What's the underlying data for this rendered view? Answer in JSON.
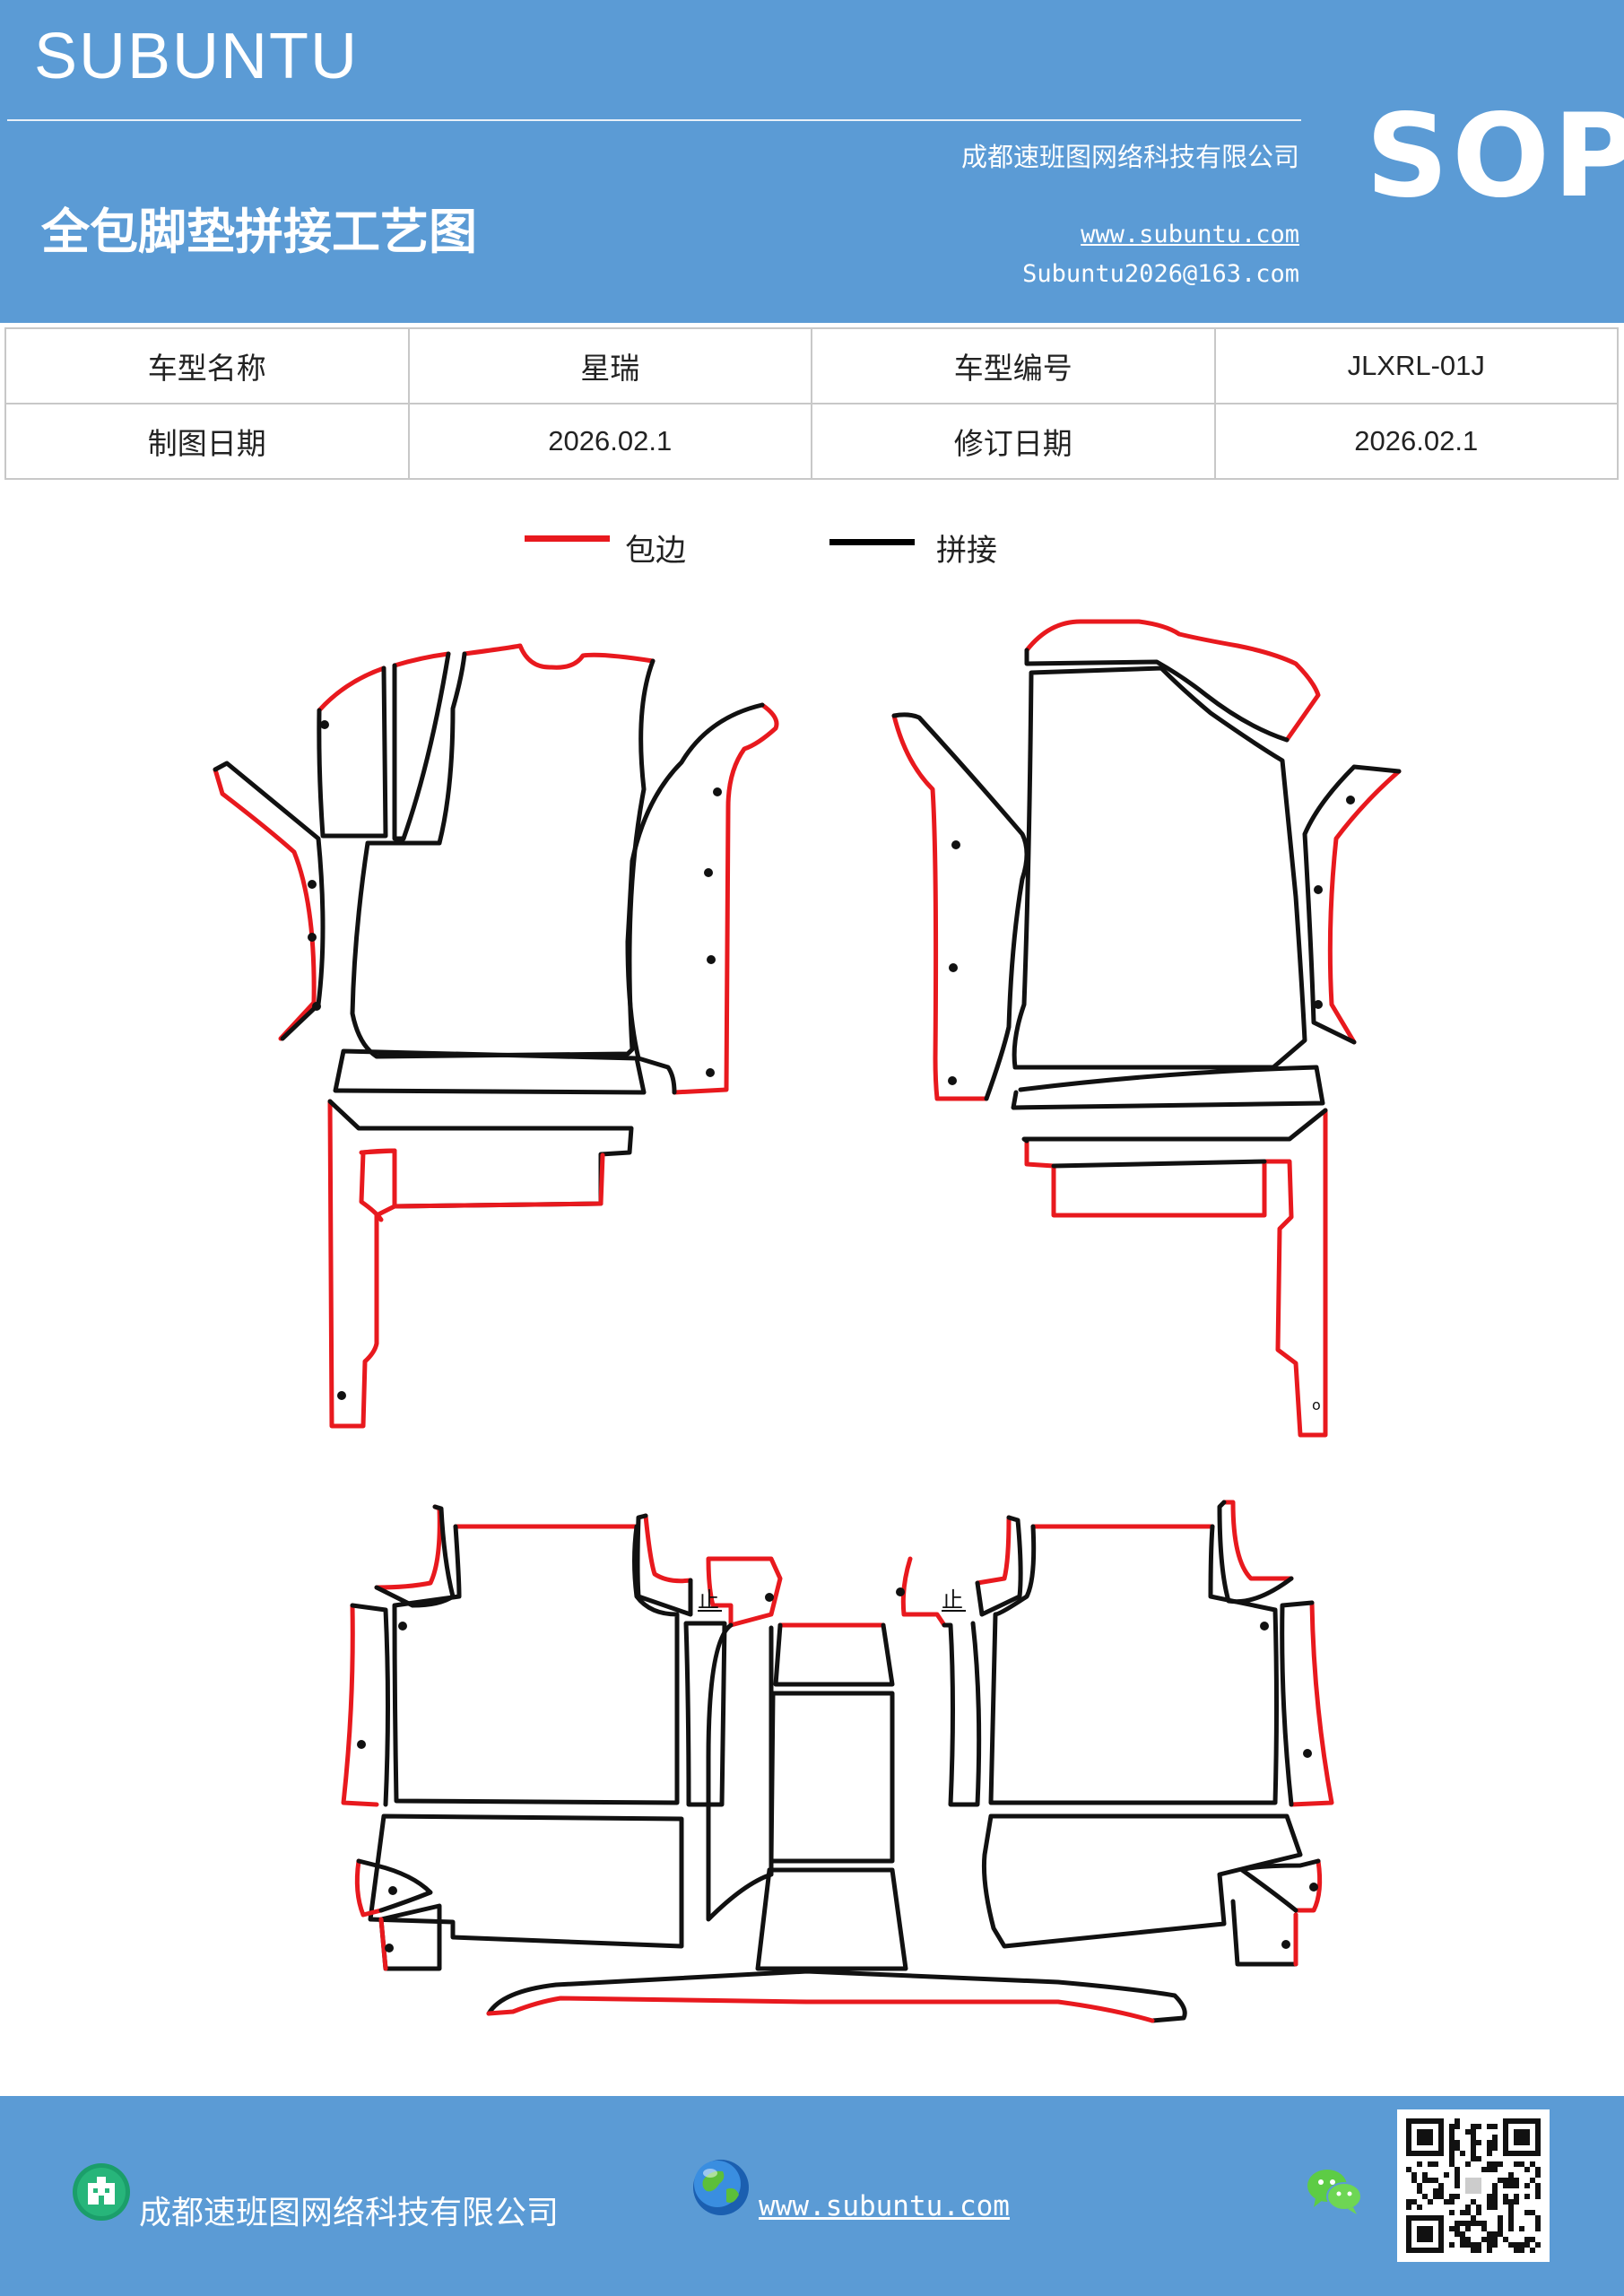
{
  "header": {
    "brand": "SUBUNTU",
    "company": "成都速班图网络科技有限公司",
    "title": "全包脚垫拼接工艺图",
    "website": "www.subuntu.com",
    "email": "Subuntu2026@163.com",
    "badge": "SOP"
  },
  "info_table": {
    "row1": {
      "label1": "车型名称",
      "value1": "星瑞",
      "label2": "车型编号",
      "value2": "JLXRL-01J"
    },
    "row2": {
      "label1": "制图日期",
      "value1": "2026.02.1",
      "label2": "修订日期",
      "value2": "2026.02.1"
    }
  },
  "legend": {
    "items": [
      {
        "label": "包边",
        "color": "#e8191e"
      },
      {
        "label": "拼接",
        "color": "#000000"
      }
    ]
  },
  "drawing": {
    "marks": {
      "left": "止",
      "right": "止",
      "small_circle": "o"
    }
  },
  "footer": {
    "company": "成都速班图网络科技有限公司",
    "website": "www.subuntu.com",
    "icons": [
      "building-icon",
      "globe-icon",
      "wechat-icon",
      "qr-code"
    ]
  },
  "colors": {
    "header_bg": "#5b9bd5",
    "edge_red": "#e8191e",
    "seam_black": "#111111"
  }
}
